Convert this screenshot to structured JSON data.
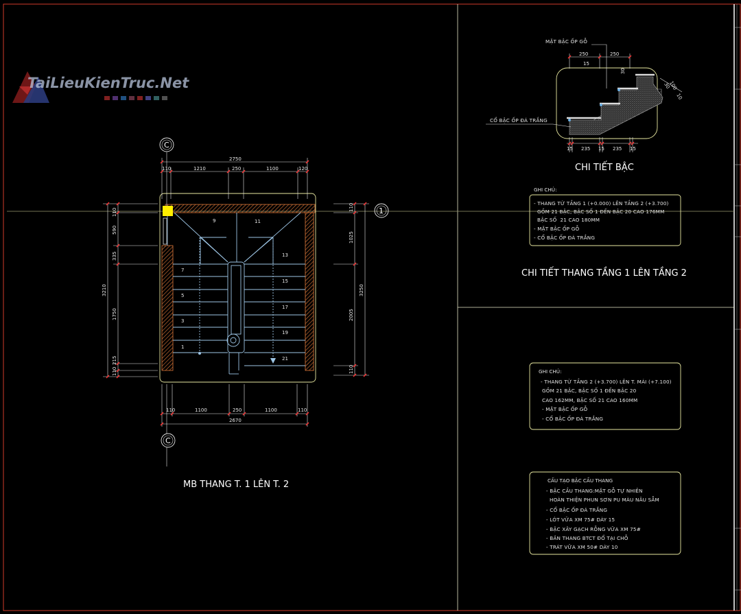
{
  "watermark": {
    "text": "TaiLieuKienTruc.Net"
  },
  "plan": {
    "title": "MB THANG T. 1 LÊN T. 2",
    "axis_labels": {
      "top": "C",
      "bottom": "C",
      "right": "1"
    },
    "dim_top": {
      "total": "2750",
      "segments": [
        "110",
        "1210",
        "250",
        "1100",
        "120"
      ]
    },
    "dim_bottom": {
      "total": "2670",
      "segments": [
        "110",
        "1100",
        "250",
        "1100",
        "110"
      ]
    },
    "dim_left": {
      "total": "3210",
      "segments": [
        "110",
        "590",
        "335",
        "1750",
        "110",
        "215"
      ]
    },
    "dim_right": {
      "total": "3250",
      "segments": [
        "110",
        "1025",
        "2005",
        "110"
      ]
    },
    "steps_left": [
      "7",
      "5",
      "3",
      "1"
    ],
    "steps_top": [
      "9",
      "11"
    ],
    "steps_right": [
      "13",
      "15",
      "17",
      "19",
      "21"
    ]
  },
  "detail": {
    "title": "CHI TIẾT BẬC",
    "label_top": "MẶT BẬC ỐP GỖ",
    "label_left": "CỔ BẬC ỐP ĐÁ TRẮNG",
    "dims_top": [
      "250",
      "250"
    ],
    "dims_bottom": [
      "15",
      "235",
      "15",
      "235",
      "15"
    ],
    "dims_side": [
      "15",
      "30"
    ],
    "dims_right": [
      "30",
      "100",
      "10"
    ]
  },
  "note1": {
    "heading": "GHI CHÚ:",
    "lines": [
      "- THANG TỪ TẦNG 1 (+0.000) LÊN TẦNG 2 (+3.700)",
      "  GỒM 21 BẬC, BẬC SỐ 1 ĐẾN BẬC 20 CAO 176MM",
      "  BẬC SỐ  21 CAO 180MM",
      "- MẶT BẬC ỐP GỖ",
      "- CỔ BẬC ỐP ĐÁ TRẮNG"
    ]
  },
  "section_title": "CHI TIẾT THANG TẦNG 1 LÊN TẦNG 2",
  "note2": {
    "heading": "GHI CHÚ:",
    "lines": [
      "- THANG TỪ TẦNG 2 (+3.700) LÊN T. MÁI (+7.100)",
      "GỒM 21 BẬC, BẬC SỐ 1 ĐẾN BẬC 20",
      "CAO 162MM, BẬC SỐ 21 CAO 160MM",
      "- MẶT BẬC ỐP GỖ",
      "- CỔ BẬC ỐP ĐÁ TRẮNG"
    ]
  },
  "note3": {
    "heading": "CẤU TẠO BẬC CẦU THANG",
    "lines": [
      "- BẬC CẦU THANG:MẶT GỖ TỰ NHIÊN",
      "  HOÀN THIỆN PHUN SƠN PU MÀU NÂU SẪM",
      "- CỔ BẬC ỐP ĐÁ TRẮNG",
      "- LÓT VỮA XM 75# DÀY 15",
      "- BẬC XÂY GẠCH RỖNG VỮA XM 75#",
      "- BẢN THANG BTCT ĐỔ TẠI CHỖ",
      "- TRÁT VỮA XM 50# DÀY 10"
    ]
  },
  "colors": {
    "frame": "#d23a2a",
    "border_white": "#ffffff",
    "separator": "#e8e8c8",
    "stair_lines": "#9ec6e6",
    "wall": "#e07a3a",
    "dimension": "#e8e8e8",
    "tick": "#ff3030",
    "note_box": "#e8e8a0",
    "marker": "#ffee00",
    "grid_line": "#9a9a70"
  }
}
